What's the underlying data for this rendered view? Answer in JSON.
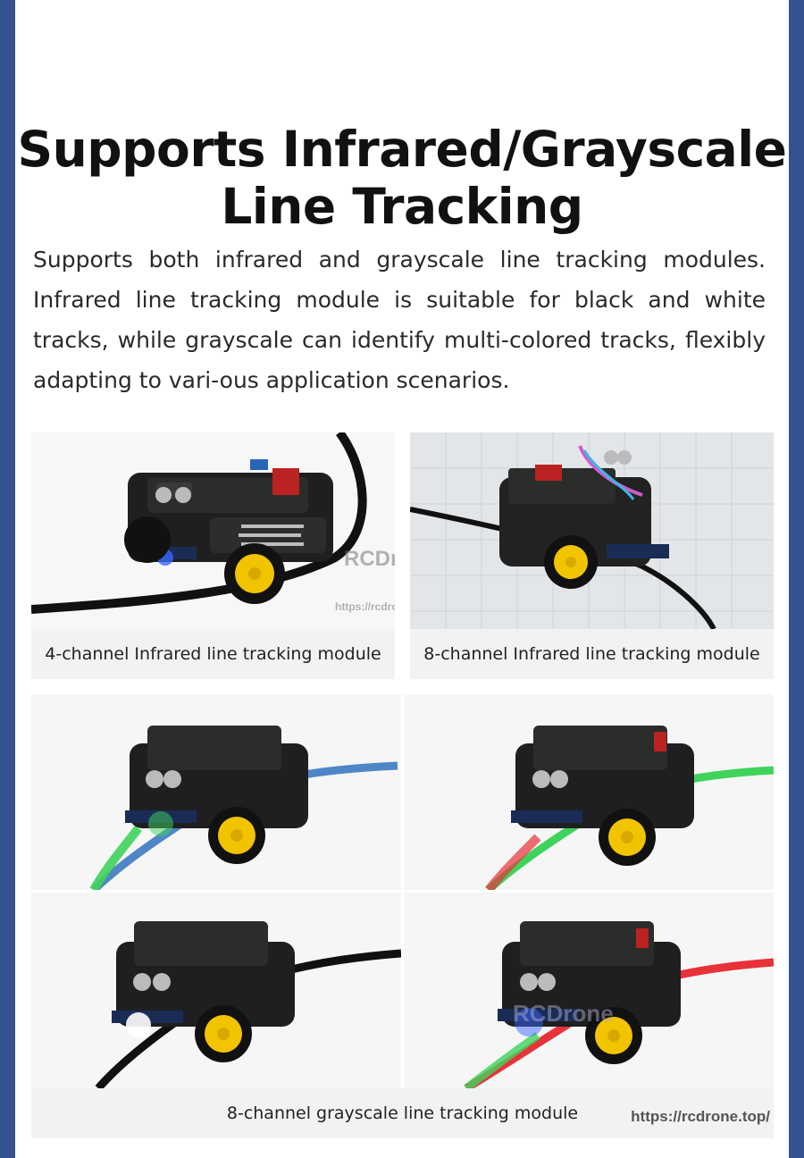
{
  "title_line1": "Supports Infrared/Grayscale",
  "title_line2": "Line Tracking",
  "description": "Supports both infrared and grayscale line tracking modules. Infrared line tracking module is suitable for black and white tracks, while grayscale can identify multi-colored tracks, flexibly adapting to vari-ous application scenarios.",
  "panels": {
    "top_left_caption": "4-channel Infrared line tracking module",
    "top_right_caption": "8-channel Infrared line tracking module",
    "bottom_caption": "8-channel grayscale line tracking module"
  },
  "watermark": {
    "brand": "RCDrone",
    "url_small": "https://rcdrone.top/",
    "url_footer": "https://rcdrone.top/",
    "brand_second": "RCDrone"
  },
  "colors": {
    "frame": "#34528f",
    "caption_bg": "#f1f2f4",
    "wheel": "#f2c400",
    "track_blue": "#4f86c6",
    "track_green": "#3fd35c",
    "track_black": "#111111",
    "track_red": "#e8323a"
  }
}
